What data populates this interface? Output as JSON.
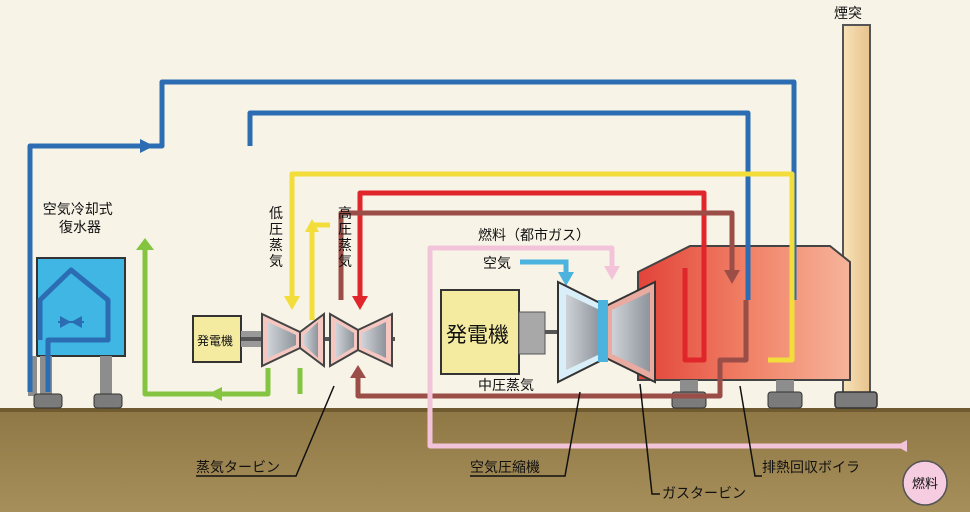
{
  "labels": {
    "chimney": "煙突",
    "condenser": "空気冷却式\n復水器",
    "low_pressure_steam": "低圧蒸気",
    "high_pressure_steam": "高圧蒸気",
    "fuel_city_gas": "燃料（都市ガス）",
    "air": "空気",
    "generator_small": "発電機",
    "generator_large": "発電機",
    "intermediate_pressure_steam": "中圧蒸気",
    "steam_turbine": "蒸気タービン",
    "air_compressor": "空気圧縮機",
    "gas_turbine": "ガスタービン",
    "hrsg": "排熱回収ボイラ",
    "fuel": "燃料"
  },
  "colors": {
    "blue_line": "#2b6cb3",
    "yellow_line": "#f2dd3a",
    "red_line": "#e0262a",
    "brown_line": "#9b4e48",
    "green_line": "#84c441",
    "pink_line": "#f3c4d9",
    "light_blue_line": "#4bb3dd",
    "ground": "#8a7342",
    "hrsg_fill": "#f08b6a",
    "condenser_fill": "#3fb6e4",
    "generator_fill": "#f4eaa0",
    "chimney_fill": "#f3d7a6"
  }
}
